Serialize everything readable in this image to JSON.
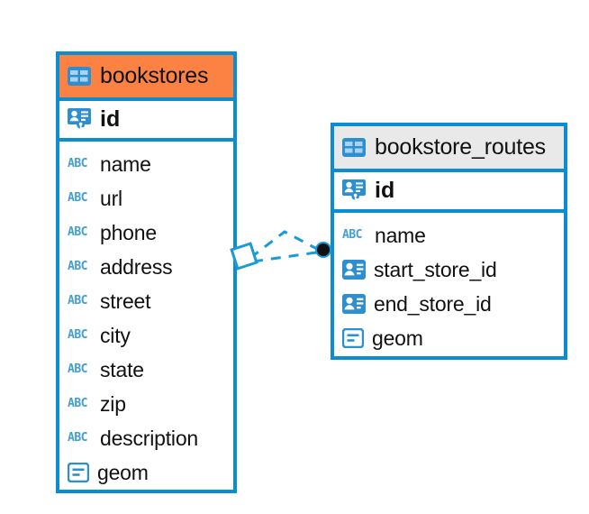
{
  "diagram": {
    "type": "entity-relationship-diagram",
    "background": "#ffffff",
    "accent_color": "#0b8ed0",
    "highlight_color": "#fb8243",
    "header_gray": "#e9e9e9"
  },
  "entities": [
    {
      "name": "bookstores",
      "header_style": "accent-orange",
      "primary_key": {
        "label": "id",
        "icon": "primary-key-icon"
      },
      "fields": [
        {
          "label": "name",
          "icon": "abc-icon",
          "icon_text": "ABC"
        },
        {
          "label": "url",
          "icon": "abc-icon",
          "icon_text": "ABC"
        },
        {
          "label": "phone",
          "icon": "abc-icon",
          "icon_text": "ABC"
        },
        {
          "label": "address",
          "icon": "abc-icon",
          "icon_text": "ABC"
        },
        {
          "label": "street",
          "icon": "abc-icon",
          "icon_text": "ABC"
        },
        {
          "label": "city",
          "icon": "abc-icon",
          "icon_text": "ABC"
        },
        {
          "label": "state",
          "icon": "abc-icon",
          "icon_text": "ABC"
        },
        {
          "label": "zip",
          "icon": "abc-icon",
          "icon_text": "ABC"
        },
        {
          "label": "description",
          "icon": "abc-icon",
          "icon_text": "ABC"
        },
        {
          "label": "geom",
          "icon": "geometry-icon"
        }
      ]
    },
    {
      "name": "bookstore_routes",
      "header_style": "accent-gray",
      "primary_key": {
        "label": "id",
        "icon": "primary-key-icon"
      },
      "fields": [
        {
          "label": "name",
          "icon": "abc-icon",
          "icon_text": "ABC"
        },
        {
          "label": "start_store_id",
          "icon": "foreign-key-icon"
        },
        {
          "label": "end_store_id",
          "icon": "foreign-key-icon"
        },
        {
          "label": "geom",
          "icon": "geometry-icon"
        }
      ]
    }
  ],
  "relationship": {
    "style": "dashed",
    "color": "#1b9ad6",
    "source_marker": "diamond-outline",
    "target_marker": "filled-circle",
    "target_marker_color": "#111111"
  }
}
